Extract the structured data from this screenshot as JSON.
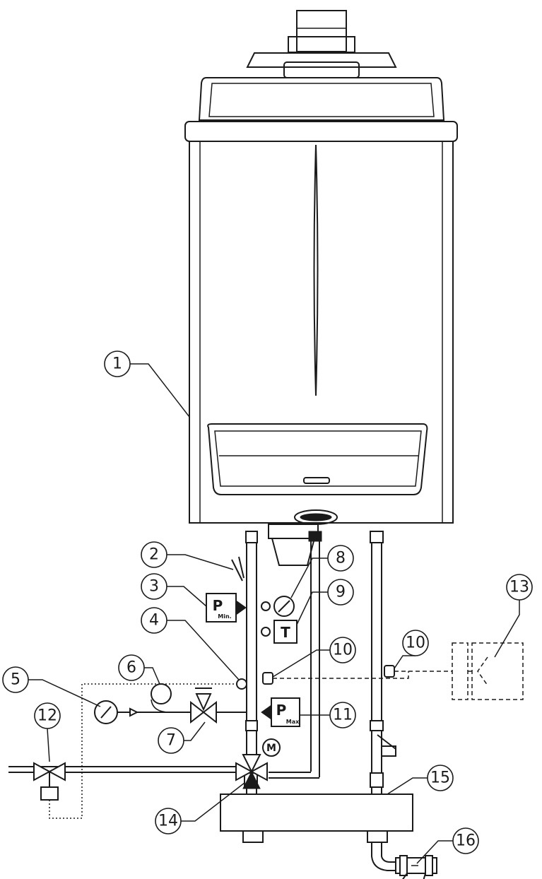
{
  "callouts": [
    {
      "id": "c1",
      "label": "1"
    },
    {
      "id": "c2",
      "label": "2"
    },
    {
      "id": "c3",
      "label": "3"
    },
    {
      "id": "c4",
      "label": "4"
    },
    {
      "id": "c5",
      "label": "5"
    },
    {
      "id": "c6",
      "label": "6"
    },
    {
      "id": "c7",
      "label": "7"
    },
    {
      "id": "c8",
      "label": "8"
    },
    {
      "id": "c9",
      "label": "9"
    },
    {
      "id": "c10a",
      "label": "10"
    },
    {
      "id": "c10b",
      "label": "10"
    },
    {
      "id": "c11",
      "label": "11"
    },
    {
      "id": "c12",
      "label": "12"
    },
    {
      "id": "c13",
      "label": "13"
    },
    {
      "id": "c14",
      "label": "14"
    },
    {
      "id": "c15",
      "label": "15"
    },
    {
      "id": "c16",
      "label": "16"
    }
  ],
  "symbols": {
    "pmin_letter": "P",
    "pmin_sub": "Min.",
    "pmax_letter": "P",
    "pmax_sub": "Max",
    "thermostat_letter": "T",
    "motor_letter": "M"
  }
}
